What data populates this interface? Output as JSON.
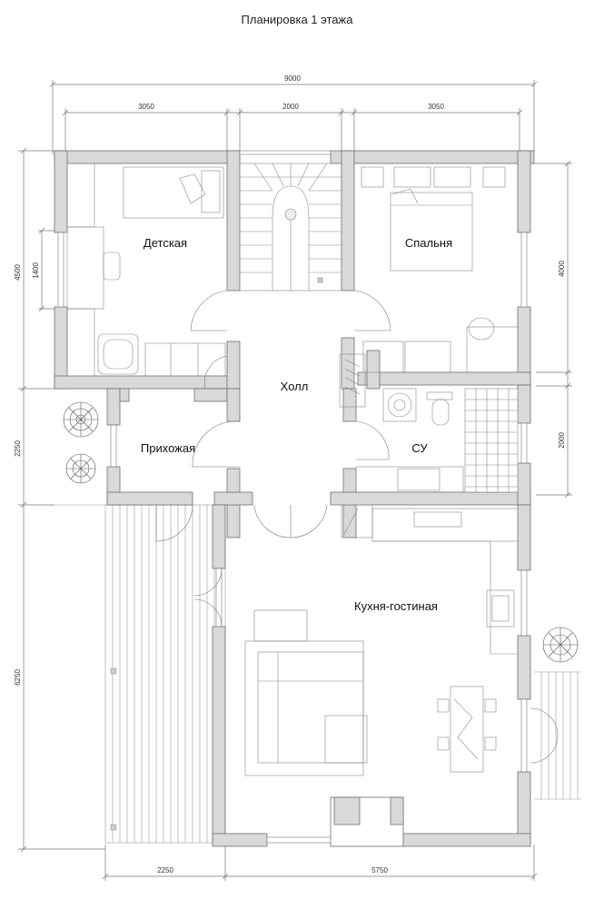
{
  "title": "Планировка 1 этажа",
  "rooms": {
    "children": "Детская",
    "bedroom": "Спальня",
    "hall": "Холл",
    "entrance": "Прихожая",
    "bathroom": "СУ",
    "kitchen_living": "Кухня-гостиная"
  },
  "dimensions": {
    "total_width": "9000",
    "width_left": "3050",
    "width_center": "2000",
    "width_right": "3050",
    "left_top": "4500",
    "left_window": "1400",
    "left_mid": "2250",
    "left_bottom": "6250",
    "right_top": "4000",
    "right_mid": "2000",
    "bottom_left": "2250",
    "bottom_right": "5750"
  },
  "colors": {
    "wall": "#d9d9d9",
    "wall_stroke": "#6f6f6f",
    "line": "#777777"
  }
}
